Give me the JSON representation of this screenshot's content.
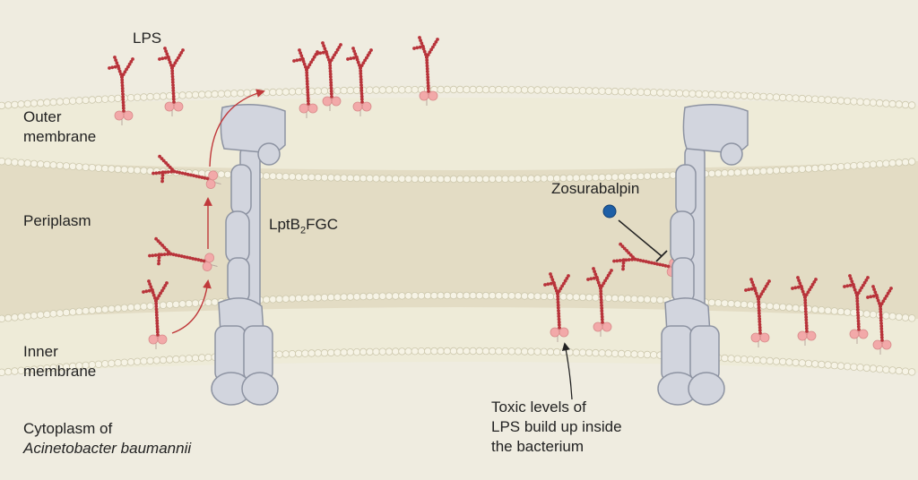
{
  "labels": {
    "lps": "LPS",
    "outer_membrane": [
      "Outer",
      "membrane"
    ],
    "periplasm": "Periplasm",
    "inner_membrane": [
      "Inner",
      "membrane"
    ],
    "cytoplasm": "Cytoplasm of",
    "organism": "Acinetobacter baumannii",
    "transporter": {
      "base": "LptB",
      "sub": "2",
      "rest": "FGC"
    },
    "drug": "Zosurabalpin",
    "toxic": [
      "Toxic levels of",
      "LPS build up inside",
      "the bacterium"
    ]
  },
  "colors": {
    "background": "#efece0",
    "periplasm": "#e3dcc4",
    "membrane": "#eeebd8",
    "bead": "#f6f3e5",
    "bead_edge": "#cdc8ad",
    "lps_chain": "#b8333a",
    "lps_head": "#f2a9a9",
    "protein": "#d2d5de",
    "protein_edge": "#8d93a2",
    "arrow": "#c0393b",
    "drug": "#1e5fa6",
    "text": "#222222"
  }
}
